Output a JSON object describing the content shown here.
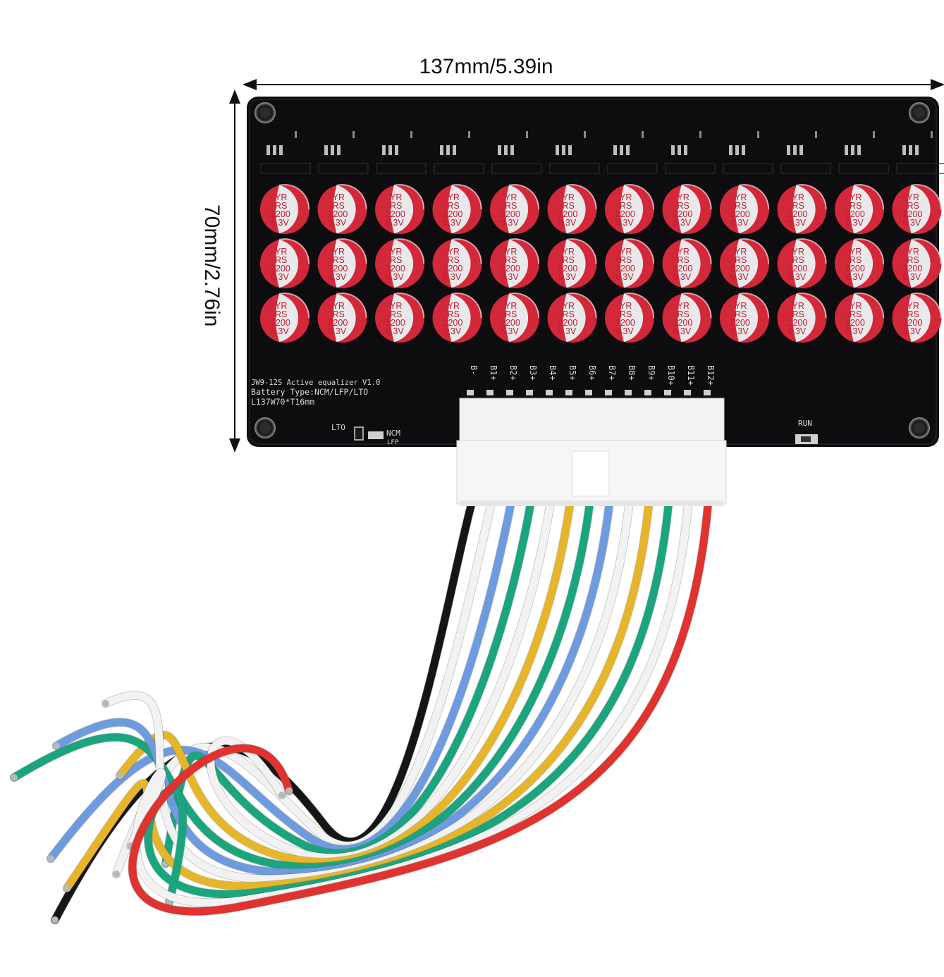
{
  "dimensions": {
    "width": "137mm/5.39in",
    "height": "70mm/2.76in"
  },
  "board": {
    "line1": "JW9-12S Active equalizer V1.0",
    "line2": "Battery Type:NCM/LFP/LTO",
    "line3": "L137W70*T16mm",
    "run_label": "RUN",
    "lto_label": "LTO",
    "ncm_label": "NCM",
    "lfp_label": "LFP",
    "pins": [
      "B-",
      "B1+",
      "B2+",
      "B3+",
      "B4+",
      "B5+",
      "B6+",
      "B7+",
      "B8+",
      "B9+",
      "B10+",
      "B11+",
      "B12+"
    ]
  },
  "capacitor": {
    "line1": "YR",
    "line2": "RS",
    "line3": "2200",
    "line4": "6.3V",
    "rows": 3,
    "cols": 12
  },
  "colors": {
    "board": "#0d0d0f",
    "cap_red": "#d3283a",
    "cap_silver": "#e9e9ec",
    "connector": "#f4f4f4",
    "wires": [
      "#151515",
      "#f2f2f2",
      "#6e9be0",
      "#1aa57e",
      "#f2f2f2",
      "#e7b52a",
      "#1aa57e",
      "#6e9be0",
      "#f2f2f2",
      "#e7b52a",
      "#1aa57e",
      "#f2f2f2",
      "#e0322f"
    ]
  }
}
